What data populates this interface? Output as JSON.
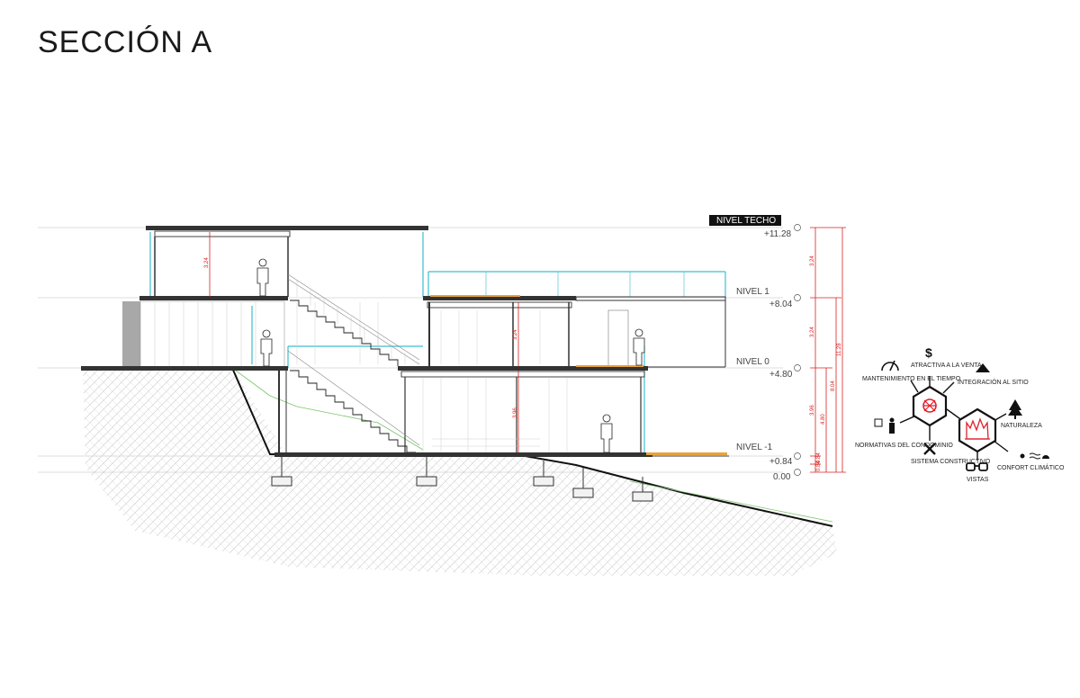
{
  "title": "SECCIÓN A",
  "levels": [
    {
      "name": "NIVEL TECHO",
      "value": "+11.28"
    },
    {
      "name": "NIVEL 1",
      "value": "+8.04"
    },
    {
      "name": "NIVEL 0",
      "value": "+4.80"
    },
    {
      "name": "NIVEL -1",
      "value": "+0.84"
    },
    {
      "name": "",
      "value": "0.00"
    }
  ],
  "dimensions": {
    "col1": [
      "3.24",
      "3.24",
      "3.96",
      "0.84",
      "0.84"
    ],
    "col2": [
      "4.80",
      "8.04"
    ],
    "col3": [
      "11.28"
    ],
    "interior": [
      "3.24",
      "3.24",
      "3.96"
    ]
  },
  "criteria": [
    {
      "label": "ATRACTIVA A LA VENTA",
      "icon": "dollar-icon"
    },
    {
      "label": "MANTENIMIENTO EN EL TIEMPO",
      "icon": "gauge-icon"
    },
    {
      "label": "INTEGRACIÓN AL SITIO",
      "icon": "mountain-icon"
    },
    {
      "label": "NORMATIVAS DEL CONDOMINIO",
      "icon": "person-icon"
    },
    {
      "label": "SISTEMA CONSTRUCTIVO",
      "icon": "tools-icon"
    },
    {
      "label": "NATURALEZA",
      "icon": "tree-icon"
    },
    {
      "label": "VISTAS",
      "icon": "glasses-icon"
    },
    {
      "label": "CONFORT CLIMÁTICO",
      "icon": "weather-icon"
    }
  ],
  "colors": {
    "accent": "#e0202a",
    "glass": "#3bbfcf",
    "deck": "#e8a23a",
    "dimension": "#d82020"
  }
}
